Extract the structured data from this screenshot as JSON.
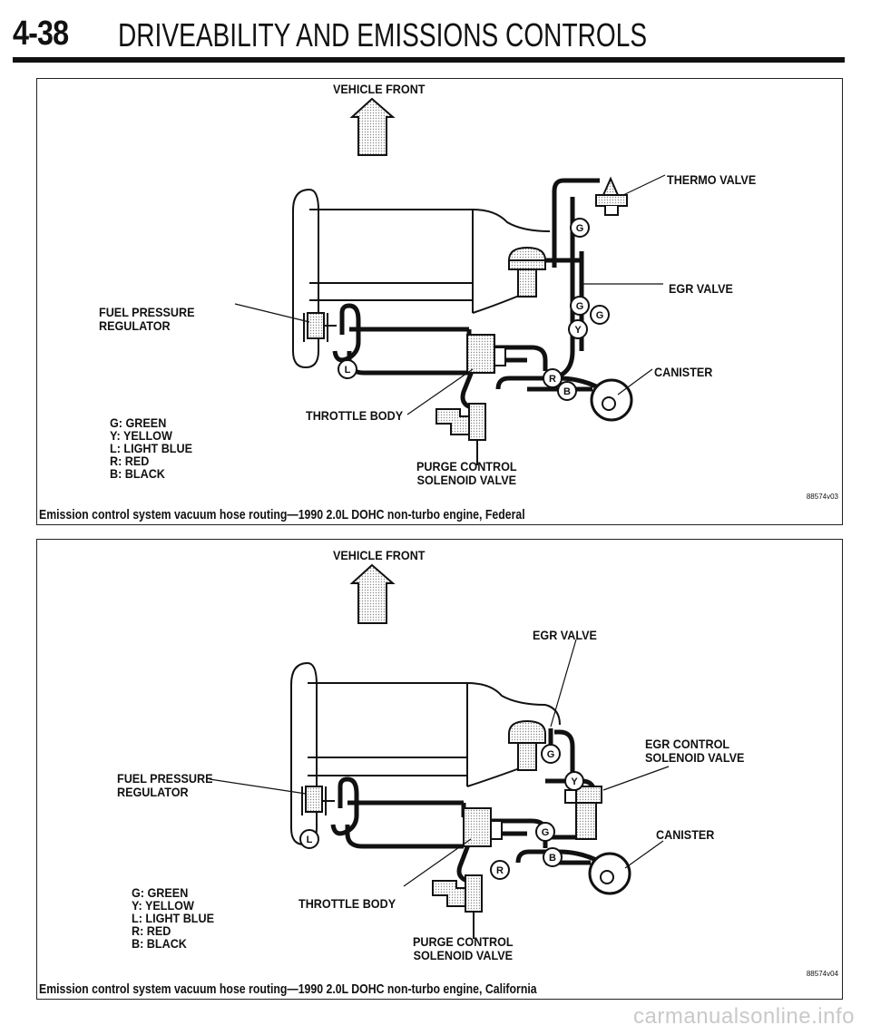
{
  "header": {
    "section_number": "4-38",
    "title": "DRIVEABILITY AND EMISSIONS CONTROLS"
  },
  "figures": [
    {
      "vehicle_front": "VEHICLE FRONT",
      "labels": {
        "thermo_valve": "THERMO VALVE",
        "egr_valve": "EGR VALVE",
        "fuel_pressure_regulator_1": "FUEL PRESSURE",
        "fuel_pressure_regulator_2": "REGULATOR",
        "canister": "CANISTER",
        "throttle_body": "THROTTLE BODY",
        "purge_control_1": "PURGE CONTROL",
        "purge_control_2": "SOLENOID VALVE"
      },
      "legend": [
        "G: GREEN",
        "Y: YELLOW",
        "L: LIGHT BLUE",
        "R: RED",
        "B: BLACK"
      ],
      "hose_tags": [
        "G",
        "G",
        "G",
        "Y",
        "L",
        "R",
        "B"
      ],
      "code": "88574v03",
      "caption": "Emission control system vacuum hose routing—1990 2.0L DOHC non-turbo engine, Federal"
    },
    {
      "vehicle_front": "VEHICLE FRONT",
      "labels": {
        "egr_valve": "EGR VALVE",
        "egr_control_1": "EGR CONTROL",
        "egr_control_2": "SOLENOID VALVE",
        "fuel_pressure_regulator_1": "FUEL PRESSURE",
        "fuel_pressure_regulator_2": "REGULATOR",
        "canister": "CANISTER",
        "throttle_body": "THROTTLE BODY",
        "purge_control_1": "PURGE CONTROL",
        "purge_control_2": "SOLENOID VALVE"
      },
      "legend": [
        "G: GREEN",
        "Y: YELLOW",
        "L: LIGHT BLUE",
        "R: RED",
        "B: BLACK"
      ],
      "hose_tags": [
        "G",
        "Y",
        "G",
        "L",
        "B",
        "R"
      ],
      "code": "88574v04",
      "caption": "Emission control system vacuum hose routing—1990 2.0L DOHC non-turbo engine, California"
    }
  ],
  "watermark": "carmanualsonline.info"
}
